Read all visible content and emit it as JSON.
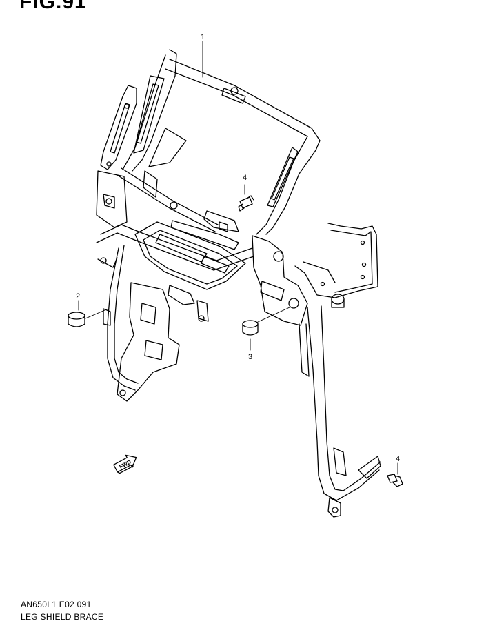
{
  "figure": {
    "title": "FIG.91",
    "code": "AN650L1 E02  091",
    "caption": "LEG SHIELD BRACE"
  },
  "callouts": [
    {
      "id": "c1",
      "label": "1"
    },
    {
      "id": "c2",
      "label": "2"
    },
    {
      "id": "c3",
      "label": "3"
    },
    {
      "id": "c4a",
      "label": "4"
    },
    {
      "id": "c4b",
      "label": "4"
    }
  ],
  "fwd_arrow": {
    "label": "FWD",
    "icon": "fwd-arrow-icon"
  },
  "colors": {
    "line": "#000000",
    "background": "#ffffff"
  }
}
